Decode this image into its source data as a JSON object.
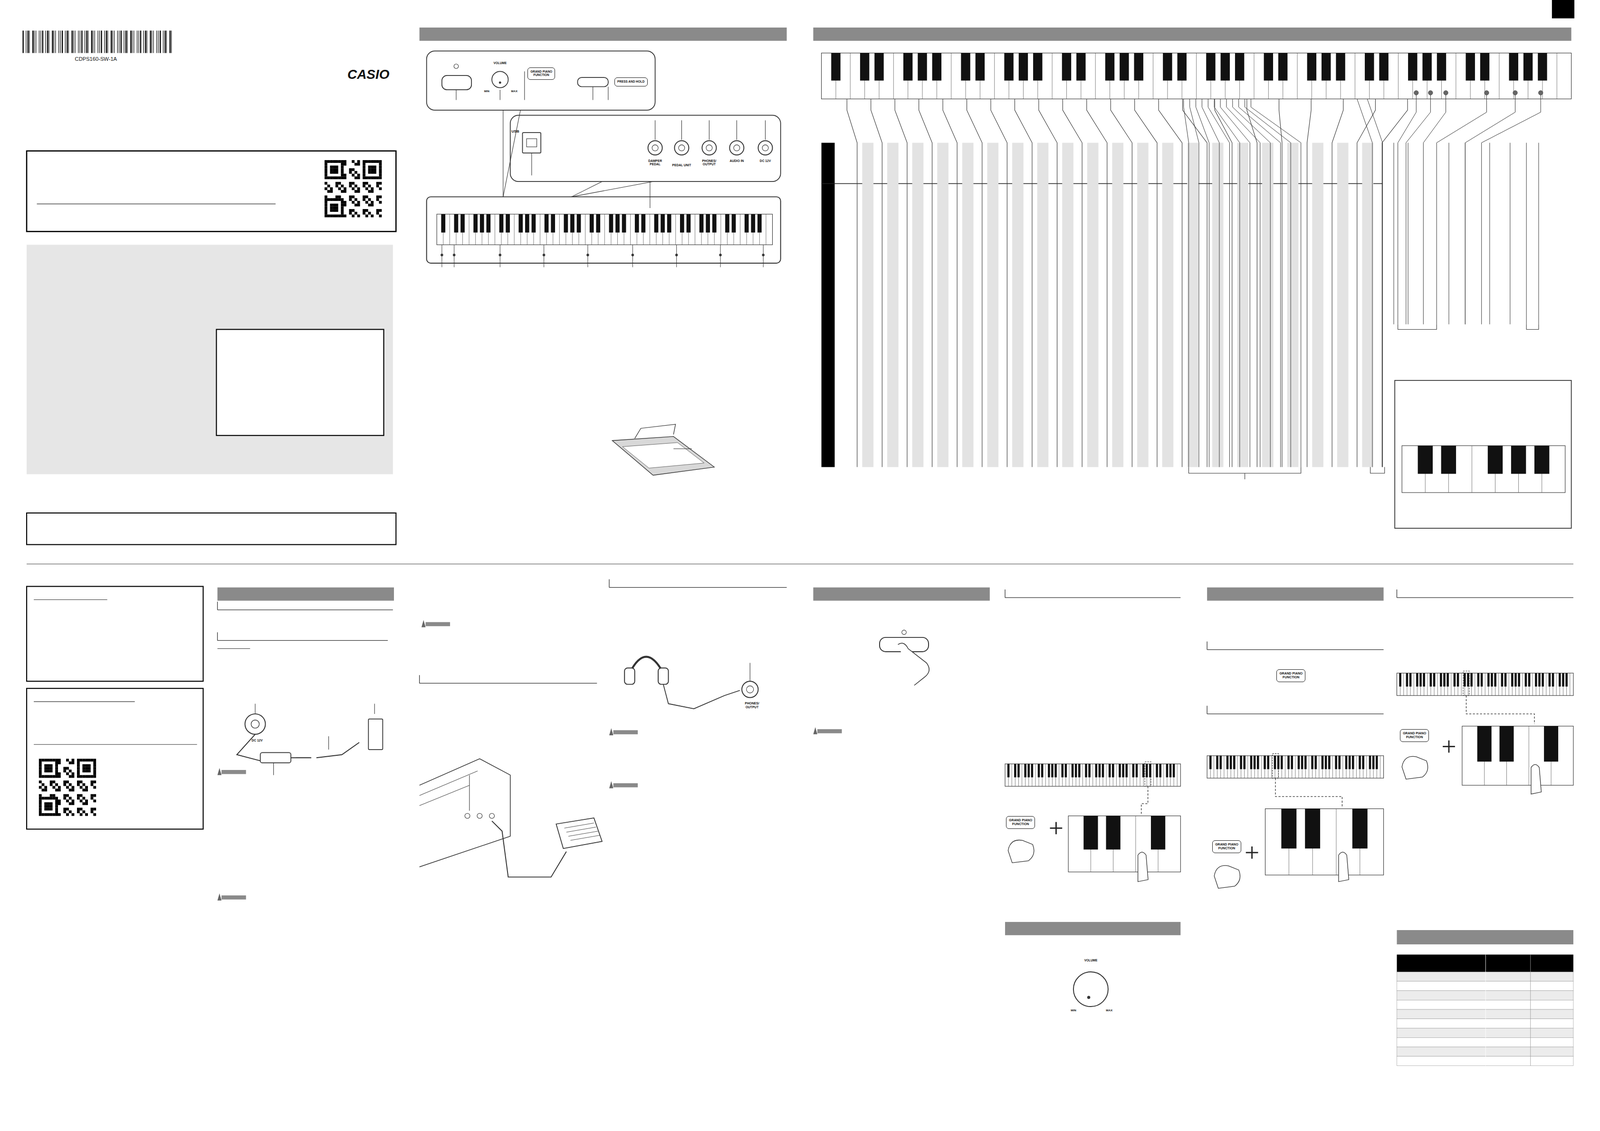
{
  "diagram": {
    "nodes": [
      {
        "text": [
          "GRAND PIANO",
          "FUNCTION"
        ]
      },
      {
        "text": [
          "PRESS AND HOLD"
        ]
      },
      {
        "text": [
          "GRAND PIANO",
          "FUNCTION"
        ]
      },
      {
        "text": [
          "GRAND PIANO",
          "FUNCTION"
        ]
      },
      {
        "text": [
          "GRAND PIANO",
          "FUNCTION"
        ]
      },
      {
        "text": [
          "GRAND PIANO",
          "FUNCTION"
        ]
      }
    ],
    "labels": [
      "CDPS160-SW-1A",
      "CASIO",
      "VOLUME",
      "MIN",
      "MAX",
      "USB",
      "DAMPER PEDAL",
      "PEDAL UNIT",
      "PHONES/ OUTPUT",
      "AUDIO IN",
      "DC 12V",
      "DC 12V",
      "PHONES/ OUTPUT",
      "VOLUME",
      "MIN",
      "MAX"
    ]
  }
}
